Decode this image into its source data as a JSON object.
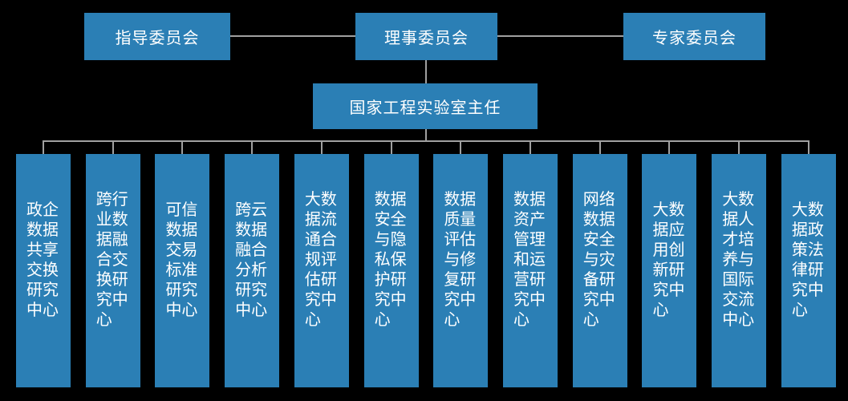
{
  "page": {
    "background": "#000000"
  },
  "colors": {
    "box_fill": "#2b7fb5",
    "connector_line": "#a0a0a0",
    "text": "#ffffff"
  },
  "org_chart": {
    "top_row": [
      {
        "label": "指导委员会"
      },
      {
        "label": "理事委员会"
      },
      {
        "label": "专家委员会"
      }
    ],
    "director": {
      "label": "国家工程实验室主任"
    },
    "centers": [
      {
        "label": "政企数据共享交换研究中心"
      },
      {
        "label": "跨行业数据融合交换研究中心"
      },
      {
        "label": "可信数据交易标准研究中心"
      },
      {
        "label": "跨云数据融合分析研究中心"
      },
      {
        "label": "大数据流通合规评估研究中心"
      },
      {
        "label": "数据安全与隐私保护研究中心"
      },
      {
        "label": "数据质量评估与修复研究中心"
      },
      {
        "label": "数据资产管理和运营研究中心"
      },
      {
        "label": "网络数据安全与灾备研究中心"
      },
      {
        "label": "大数据应用创新研究中心"
      },
      {
        "label": "大数据人才培养与国际交流中心"
      },
      {
        "label": "大数据政策法律研究中心"
      }
    ]
  }
}
